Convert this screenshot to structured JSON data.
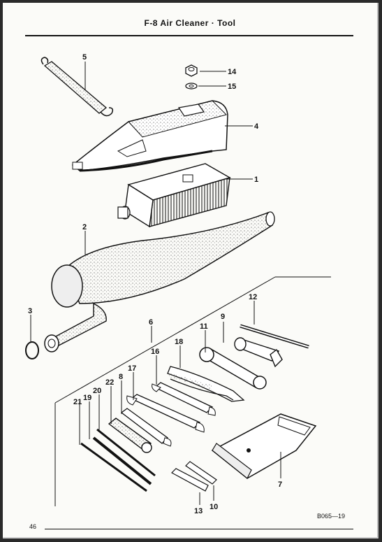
{
  "header": {
    "title": "F-8 Air Cleaner · Tool"
  },
  "footer": {
    "page_number": "46",
    "figure_code": "B065—19"
  },
  "callouts": {
    "c1": "1",
    "c2": "2",
    "c3": "3",
    "c4": "4",
    "c5": "5",
    "c6": "6",
    "c7": "7",
    "c8": "8",
    "c9": "9",
    "c10": "10",
    "c11": "11",
    "c12": "12",
    "c13": "13",
    "c14": "14",
    "c15": "15",
    "c16": "16",
    "c17": "17",
    "c18": "18",
    "c19": "19",
    "c20": "20",
    "c21": "21",
    "c22": "22"
  }
}
